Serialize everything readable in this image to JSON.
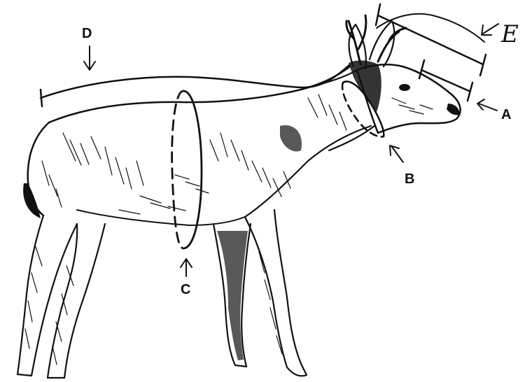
{
  "labels": {
    "a": "A",
    "b": "B",
    "c": "C",
    "d": "D",
    "e": "E"
  },
  "colors": {
    "ink": "#111111",
    "paper": "#ffffff"
  }
}
